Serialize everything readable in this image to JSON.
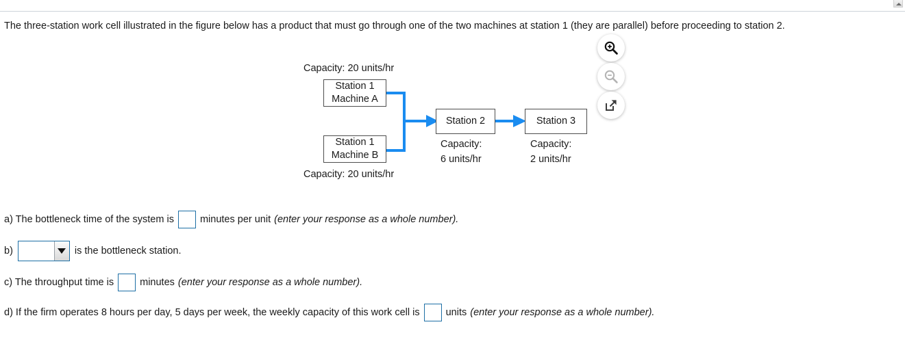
{
  "window": {
    "scrollbar_nub": "scroll-up-arrow"
  },
  "prompt": {
    "text": "The three-station work cell illustrated in the figure below has a product that must go through one of the two machines at station 1 (they are parallel) before proceeding to station 2."
  },
  "figure": {
    "top_capacity_label": "Capacity: 20 units/hr",
    "bottom_capacity_label": "Capacity: 20 units/hr",
    "nodes": [
      {
        "id": "station1-machine-a",
        "line1": "Station 1",
        "line2": "Machine A"
      },
      {
        "id": "station1-machine-b",
        "line1": "Station 1",
        "line2": "Machine B"
      },
      {
        "id": "station2",
        "line1": "Station 2",
        "line2": ""
      },
      {
        "id": "station3",
        "line1": "Station 3",
        "line2": ""
      }
    ],
    "station2_capacity": {
      "line1": "Capacity:",
      "line2": "6 units/hr"
    },
    "station3_capacity": {
      "line1": "Capacity:",
      "line2": "2 units/hr"
    },
    "arrow_color": "#1a8cf0",
    "node_border_color": "#4d4d4d"
  },
  "icon_rail": {
    "zoom_in": {
      "name": "zoom-in-icon",
      "state": "enabled",
      "color": "#111111"
    },
    "zoom_out": {
      "name": "zoom-out-icon",
      "state": "disabled",
      "color": "#b3b3b3"
    },
    "pop_out": {
      "name": "pop-out-icon",
      "state": "enabled",
      "color": "#3c3c3c"
    }
  },
  "questions": {
    "a": {
      "prefix": "a) The bottleneck time of the system is",
      "input_value": "",
      "suffix": "minutes per unit",
      "hint": "(enter your response as a whole number)."
    },
    "b": {
      "prefix": "b)",
      "selected_value": "",
      "suffix": "is the bottleneck station.",
      "arrow_icon": "chevron-down-icon"
    },
    "c": {
      "prefix": "c) The throughput time is",
      "input_value": "",
      "suffix": "minutes",
      "hint": "(enter your response as a whole number)."
    },
    "d": {
      "prefix": "d) If the firm operates 8 hours per day, 5 days per week, the weekly capacity of this work cell is",
      "input_value": "",
      "suffix": "units",
      "hint": "(enter your response as a whole number)."
    }
  },
  "colors": {
    "input_border": "#1d6fa5",
    "rule": "#ccd4da",
    "text": "#1a1a1a"
  }
}
